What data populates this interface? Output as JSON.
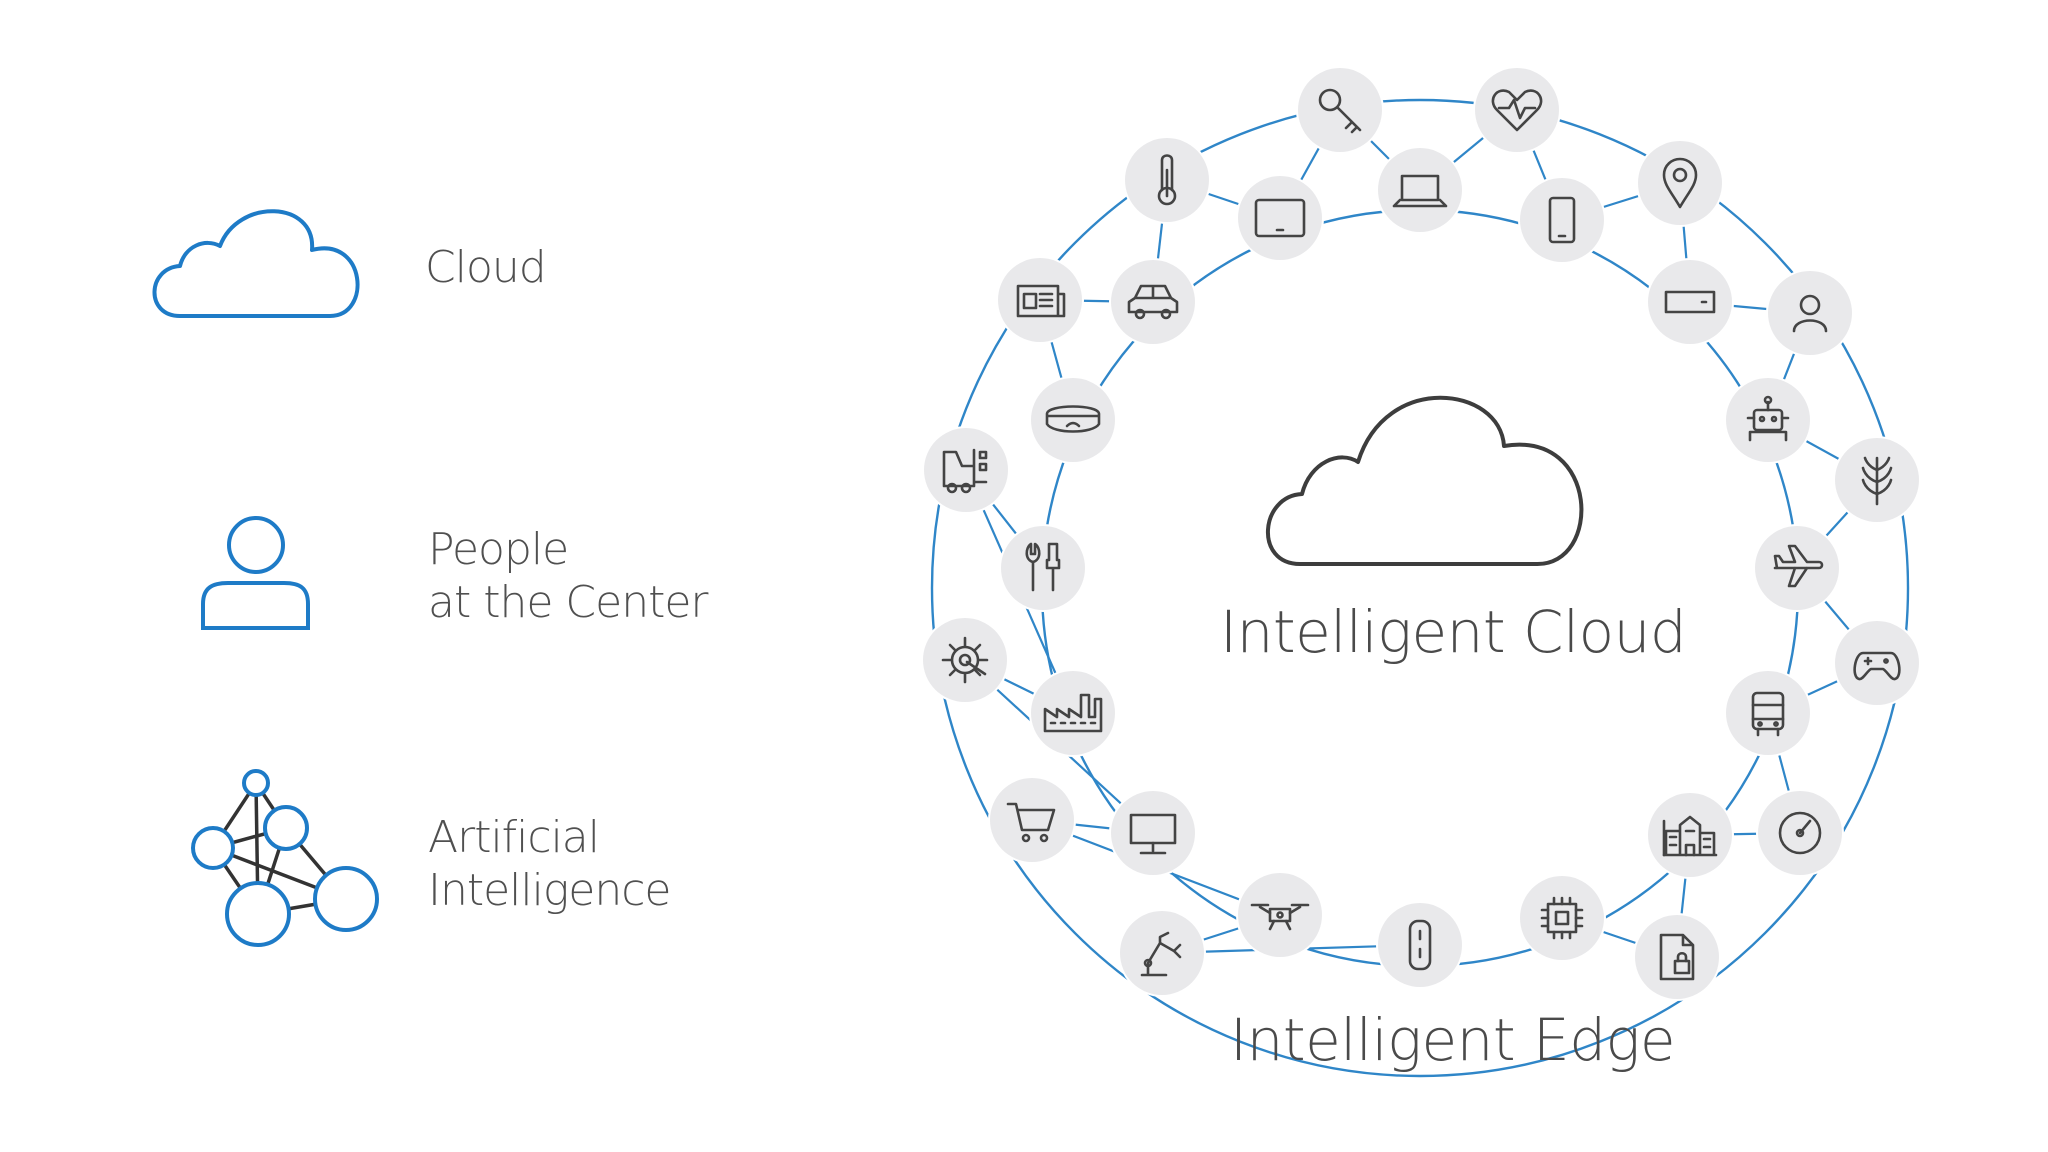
{
  "legend": {
    "cloud_label": "Cloud",
    "people_line1": "People",
    "people_line2": "at the Center",
    "ai_line1": "Artificial",
    "ai_line2": "Intelligence"
  },
  "center": {
    "cloud_title": "Intelligent Cloud",
    "edge_title": "Intelligent Edge"
  },
  "colors": {
    "accent_blue": "#1e7bc7",
    "ring_blue": "#2f86c8",
    "node_fill": "#e9e9eb",
    "icon_stroke": "#444444",
    "text": "#505050"
  },
  "outer_ring_icons": [
    "key-icon",
    "heart-monitor-icon",
    "map-pin-icon",
    "user-icon",
    "wheat-icon",
    "game-controller-icon",
    "gauge-icon",
    "document-lock-icon",
    "robot-arm-icon",
    "shopping-cart-icon",
    "settings-gear-icon",
    "forklift-icon",
    "newspaper-icon",
    "thermometer-icon"
  ],
  "inner_ring_icons": [
    "laptop-icon",
    "phone-icon",
    "server-icon",
    "robot-icon",
    "airplane-icon",
    "bus-icon",
    "buildings-icon",
    "chip-icon",
    "remote-icon",
    "drone-icon",
    "monitor-icon",
    "factory-icon",
    "tools-icon",
    "mixed-reality-headset-icon",
    "car-icon",
    "tablet-icon"
  ]
}
